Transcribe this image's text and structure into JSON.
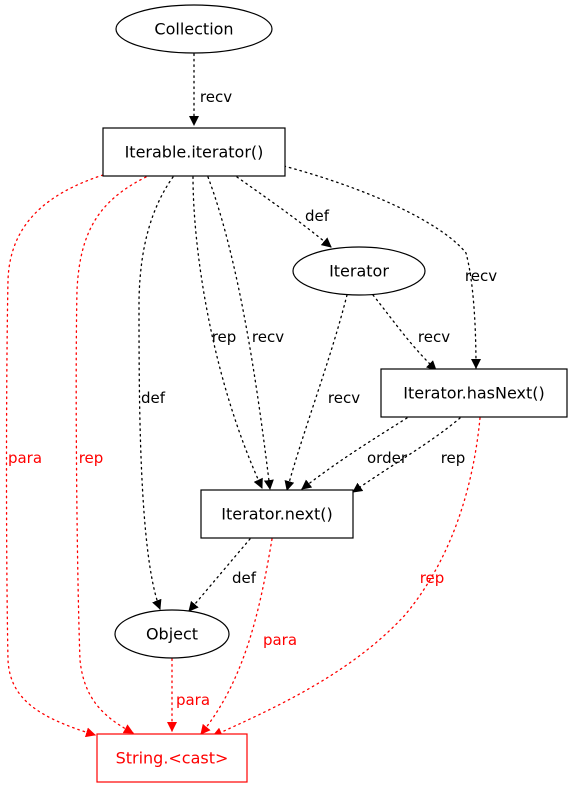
{
  "colors": {
    "black": "#000000",
    "red": "#ff0000"
  },
  "nodes": [
    {
      "id": "collection",
      "label": "Collection",
      "shape": "ellipse",
      "color": "black"
    },
    {
      "id": "iterable_iterator",
      "label": "Iterable.iterator()",
      "shape": "box",
      "color": "black"
    },
    {
      "id": "iterator",
      "label": "Iterator",
      "shape": "ellipse",
      "color": "black"
    },
    {
      "id": "iterator_hasnext",
      "label": "Iterator.hasNext()",
      "shape": "box",
      "color": "black"
    },
    {
      "id": "iterator_next",
      "label": "Iterator.next()",
      "shape": "box",
      "color": "black"
    },
    {
      "id": "object",
      "label": "Object",
      "shape": "ellipse",
      "color": "black"
    },
    {
      "id": "string_cast",
      "label": "String.<cast>",
      "shape": "box",
      "color": "red"
    }
  ],
  "edges": [
    {
      "id": "collection-recv-iterable",
      "from": "collection",
      "to": "iterable_iterator",
      "label": "recv",
      "color": "black"
    },
    {
      "id": "iterable-def-iterator",
      "from": "iterable_iterator",
      "to": "iterator",
      "label": "def",
      "color": "black"
    },
    {
      "id": "iterable-recv-hasnext",
      "from": "iterable_iterator",
      "to": "iterator_hasnext",
      "label": "recv",
      "color": "black"
    },
    {
      "id": "iterable-rep-next",
      "from": "iterable_iterator",
      "to": "iterator_next",
      "label": "rep",
      "color": "black"
    },
    {
      "id": "iterable-recv-next",
      "from": "iterable_iterator",
      "to": "iterator_next",
      "label": "recv",
      "color": "black"
    },
    {
      "id": "iterable-def-object",
      "from": "iterable_iterator",
      "to": "object",
      "label": "def",
      "color": "black"
    },
    {
      "id": "iterable-para-cast",
      "from": "iterable_iterator",
      "to": "string_cast",
      "label": "para",
      "color": "red"
    },
    {
      "id": "iterable-rep-cast",
      "from": "iterable_iterator",
      "to": "string_cast",
      "label": "rep",
      "color": "red"
    },
    {
      "id": "iterator-recv-hasnext",
      "from": "iterator",
      "to": "iterator_hasnext",
      "label": "recv",
      "color": "black"
    },
    {
      "id": "iterator-recv-next",
      "from": "iterator",
      "to": "iterator_next",
      "label": "recv",
      "color": "black"
    },
    {
      "id": "hasnext-order-next",
      "from": "iterator_hasnext",
      "to": "iterator_next",
      "label": "order",
      "color": "black"
    },
    {
      "id": "hasnext-rep-next",
      "from": "iterator_hasnext",
      "to": "iterator_next",
      "label": "rep",
      "color": "black"
    },
    {
      "id": "hasnext-rep-cast",
      "from": "iterator_hasnext",
      "to": "string_cast",
      "label": "rep",
      "color": "red"
    },
    {
      "id": "next-def-object",
      "from": "iterator_next",
      "to": "object",
      "label": "def",
      "color": "black"
    },
    {
      "id": "next-para-cast",
      "from": "iterator_next",
      "to": "string_cast",
      "label": "para",
      "color": "red"
    },
    {
      "id": "object-para-cast",
      "from": "object",
      "to": "string_cast",
      "label": "para",
      "color": "red"
    }
  ]
}
